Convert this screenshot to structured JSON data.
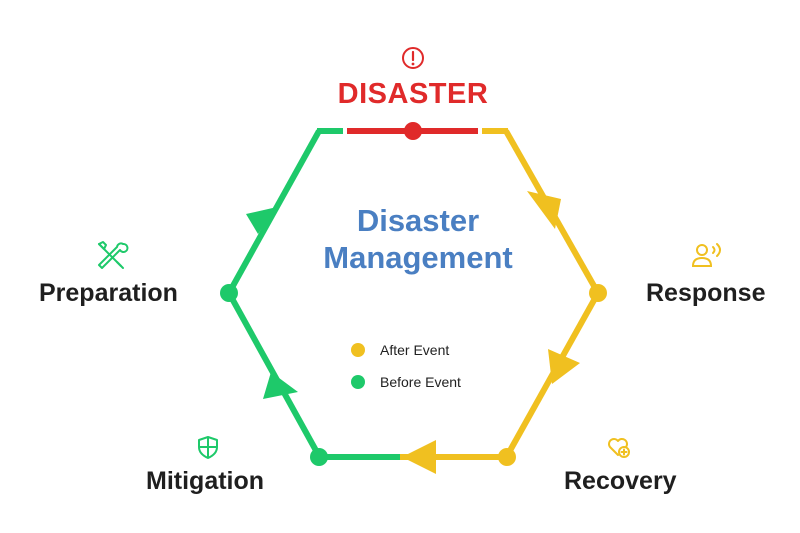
{
  "diagram": {
    "title": "DISASTER",
    "center_title_line1": "Disaster",
    "center_title_line2": "Management",
    "stages": {
      "preparation": {
        "label": "Preparation",
        "icon": "tools-icon",
        "color": "#1ec96a"
      },
      "response": {
        "label": "Response",
        "icon": "person-speaking-icon",
        "color": "#f0c020"
      },
      "recovery": {
        "label": "Recovery",
        "icon": "heart-plus-icon",
        "color": "#f0c020"
      },
      "mitigation": {
        "label": "Mitigation",
        "icon": "shield-icon",
        "color": "#1ec96a"
      },
      "disaster": {
        "icon": "alert-icon",
        "color": "#e02a2a"
      }
    },
    "legend": [
      {
        "label": "After Event",
        "color": "#f0c020"
      },
      {
        "label": "Before Event",
        "color": "#1ec96a"
      }
    ],
    "colors": {
      "green": "#1ec96a",
      "yellow": "#f0c020",
      "red": "#e02a2a",
      "blue": "#4a7fc2"
    }
  }
}
